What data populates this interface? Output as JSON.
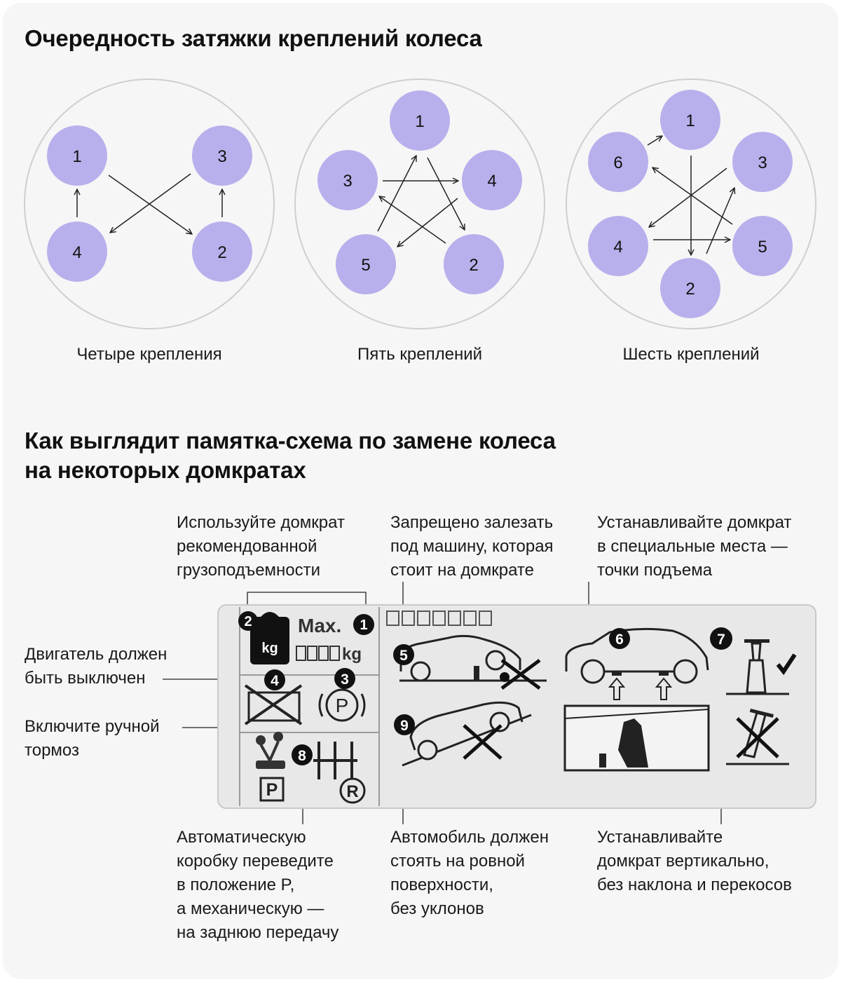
{
  "section1": {
    "title": "Очередность затяжки креплений колеса",
    "wheels": [
      {
        "caption": "Четыре крепления",
        "labels": [
          "1",
          "3",
          "4",
          "2"
        ]
      },
      {
        "caption": "Пять креплений",
        "labels": [
          "1",
          "3",
          "4",
          "5",
          "2"
        ]
      },
      {
        "caption": "Шесть креплений",
        "labels": [
          "1",
          "6",
          "3",
          "4",
          "5",
          "2"
        ]
      }
    ]
  },
  "section2": {
    "title_lines": [
      "Как выглядит памятка-схема по замене колеса",
      "на некоторых домкратах"
    ],
    "callouts": {
      "capacity": [
        "Используйте домкрат",
        "рекомендованной",
        "грузоподъемности"
      ],
      "under_car": [
        "Запрещено залезать",
        "под машину, которая",
        "стоит на домкрате"
      ],
      "lift_points": [
        "Устанавливайте домкрат",
        "в специальные места —",
        "точки подъема"
      ],
      "engine": [
        "Двигатель должен",
        "быть выключен"
      ],
      "handbrake": [
        "Включите ручной",
        "тормоз"
      ],
      "gearbox": [
        "Автоматическую",
        "коробку переведите",
        "в положение P,",
        "а механическую —",
        "на заднюю передачу"
      ],
      "level": [
        "Автомобиль должен",
        "стоять на ровной",
        "поверхности,",
        "без уклонов"
      ],
      "vertical": [
        "Устанавливайте",
        "домкрат вертикально,",
        "без наклона и перекосов"
      ]
    },
    "placard": {
      "max_label": "Max.",
      "kg_label": "kg",
      "kg_suffix": "kg",
      "park_label": "P",
      "reverse_label": "R",
      "step_numbers": [
        "1",
        "2",
        "3",
        "4",
        "5",
        "6",
        "7",
        "8",
        "9"
      ]
    }
  },
  "colors": {
    "bolt": "#b8b0ec",
    "card": "#f6f6f6",
    "placard": "#e8e8e8",
    "outline": "#c9c9c9"
  }
}
